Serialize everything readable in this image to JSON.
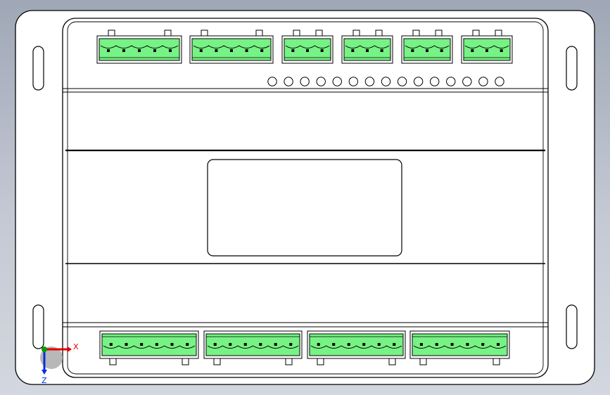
{
  "viewport": {
    "triad": {
      "x_label": "X",
      "z_label": "Z"
    }
  },
  "colors": {
    "background_top": "#9fa7b6",
    "background_bottom": "#d3d7df",
    "part_fill": "#ffffff",
    "outline": "#000000",
    "terminal_green": "#77f285",
    "axis_x": "#e00000",
    "axis_y": "#00a000",
    "axis_z": "#0030e0"
  },
  "model": {
    "top_terminal_blocks": [
      {
        "name": "top-terminal-1",
        "pins": 5
      },
      {
        "name": "top-terminal-2",
        "pins": 5
      },
      {
        "name": "top-terminal-3",
        "pins": 3
      },
      {
        "name": "top-terminal-4",
        "pins": 3
      },
      {
        "name": "top-terminal-5",
        "pins": 3
      },
      {
        "name": "top-terminal-6",
        "pins": 3
      }
    ],
    "bottom_terminal_blocks": [
      {
        "name": "bottom-terminal-1",
        "pins": 6
      },
      {
        "name": "bottom-terminal-2",
        "pins": 6
      },
      {
        "name": "bottom-terminal-3",
        "pins": 6
      },
      {
        "name": "bottom-terminal-4",
        "pins": 6
      }
    ],
    "indicator_led_count": 15,
    "mounting_slot_icons": [
      "mount-slot-icon",
      "mount-slot-icon",
      "mount-slot-icon",
      "mount-slot-icon"
    ]
  }
}
